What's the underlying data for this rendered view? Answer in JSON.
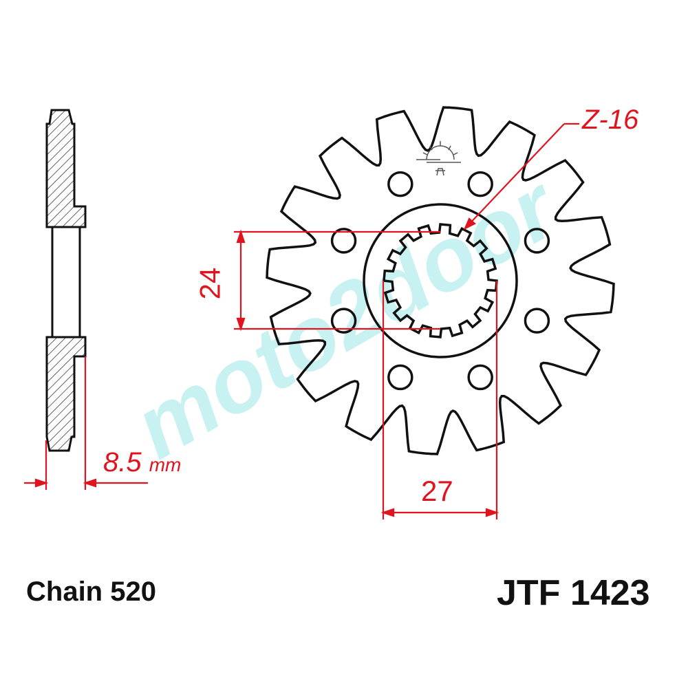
{
  "labels": {
    "teeth": "Z-16",
    "spline_dim": "24",
    "hub_dim": "27",
    "thickness": "8.5",
    "thickness_unit": "mm",
    "chain": "Chain 520",
    "part_number": "JTF 1423"
  },
  "watermark": "moto2door",
  "colors": {
    "dimension": "#e0141e",
    "outline": "#111111",
    "watermark": "#bfeff0"
  },
  "sprocket": {
    "teeth": 16,
    "bolt_holes": 8,
    "splines": 16
  }
}
